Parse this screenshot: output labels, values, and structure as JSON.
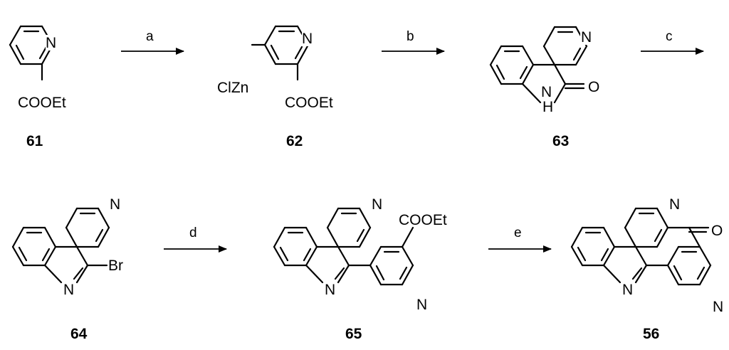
{
  "compounds": [
    {
      "id": "61",
      "substituents": [
        "COOEt",
        "N"
      ]
    },
    {
      "id": "62",
      "substituents": [
        "ClZn",
        "COOEt",
        "N"
      ]
    },
    {
      "id": "63",
      "substituents": [
        "N",
        "O",
        "N",
        "H"
      ]
    },
    {
      "id": "64",
      "substituents": [
        "N",
        "N",
        "Br"
      ]
    },
    {
      "id": "65",
      "substituents": [
        "N",
        "N",
        "COOEt",
        "N"
      ]
    },
    {
      "id": "56",
      "substituents": [
        "N",
        "O",
        "N",
        "N"
      ]
    }
  ],
  "steps": [
    "a",
    "b",
    "c",
    "d",
    "e"
  ]
}
